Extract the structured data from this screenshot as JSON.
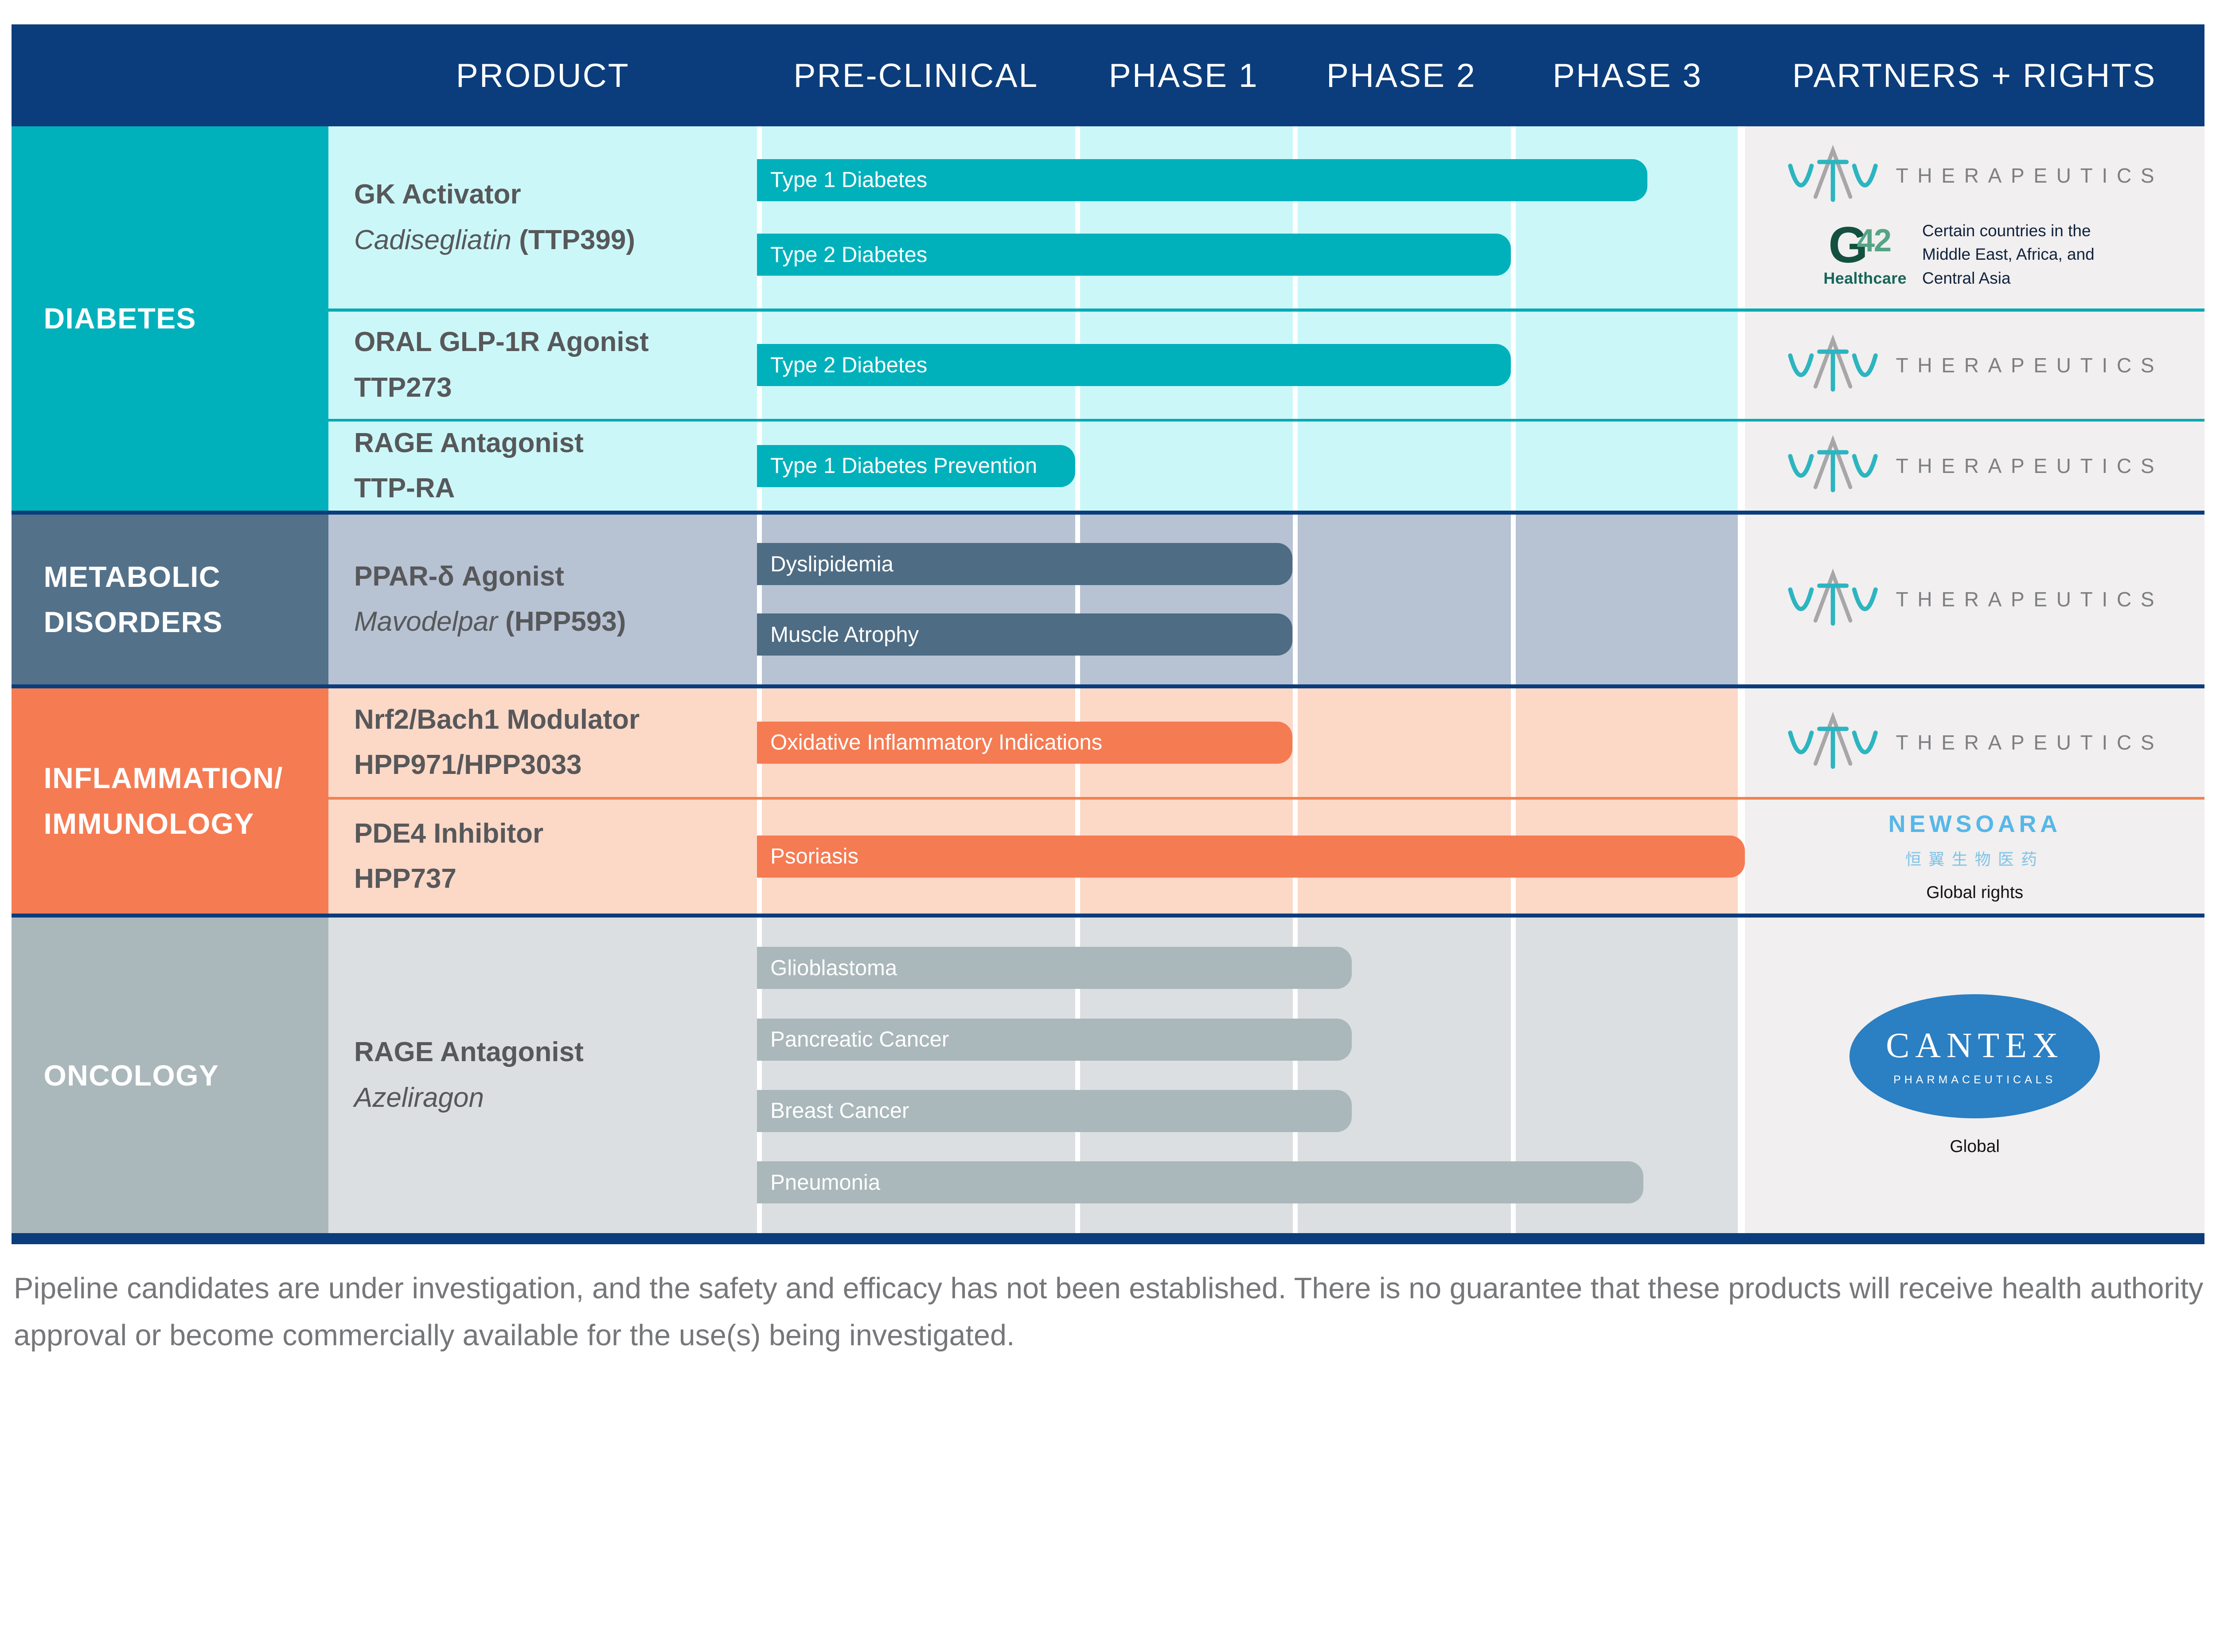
{
  "header": {
    "columns": [
      "PRODUCT",
      "PRE-CLINICAL",
      "PHASE 1",
      "PHASE 2",
      "PHASE 3",
      "PARTNERS + RIGHTS"
    ]
  },
  "brands": {
    "vtv": {
      "name": "vTv Therapeutics",
      "wordmark": "THERAPEUTICS",
      "teal": "#2cb5c0",
      "gray": "#a7a7a9"
    },
    "g42": {
      "name": "G42 Healthcare",
      "g": "G",
      "num": "42",
      "sub": "Healthcare",
      "dark_green": "#14503f",
      "light_green": "#55a486"
    },
    "newsoara": {
      "name": "NEWSOARA",
      "chinese": "恒翼生物医药",
      "blue": "#56b7e8"
    },
    "cantex": {
      "name": "CANTEX",
      "sub": "PHARMACEUTICALS",
      "blue": "#2b7fc3"
    }
  },
  "sections": [
    {
      "category_lines": [
        "DIABETES",
        ""
      ],
      "colors": {
        "category_bg": "#00b1bc",
        "row_bg": "#ccf7f9",
        "bar": "#00b1bc",
        "row_separator": "#00aab5"
      },
      "rows": [
        {
          "product": {
            "line1": "GK Activator",
            "line2_italic": "Cadisegliatin",
            "line2_regular": "(TTP399)"
          },
          "bars": [
            {
              "label": "Type 1 Diabetes",
              "stage_reached": "mid Phase 3",
              "width_pct": 90.1
            },
            {
              "label": "Type 2 Diabetes",
              "stage_reached": "Phase 2 complete",
              "width_pct": 76.3
            }
          ],
          "partner_note": "Certain countries in the Middle East, Africa, and Central Asia"
        },
        {
          "product": {
            "line1": "ORAL GLP-1R Agonist",
            "line2_italic": "",
            "line2_regular": "TTP273"
          },
          "bars": [
            {
              "label": "Type 2 Diabetes",
              "stage_reached": "Phase 2 complete",
              "width_pct": 76.3
            }
          ]
        },
        {
          "product": {
            "line1": "RAGE Antagonist",
            "line2_italic": "",
            "line2_regular": "TTP-RA"
          },
          "bars": [
            {
              "label": "Type 1 Diabetes Prevention",
              "stage_reached": "Pre-clinical complete",
              "width_pct": 32.2
            }
          ]
        }
      ]
    },
    {
      "category_lines": [
        "METABOLIC",
        "DISORDERS"
      ],
      "colors": {
        "category_bg": "#54718a",
        "row_bg": "#b7c2d3",
        "bar": "#4e6c84"
      },
      "rows": [
        {
          "product": {
            "line1": "PPAR-δ Agonist",
            "line2_italic": "Mavodelpar",
            "line2_regular": "(HPP593)"
          },
          "bars": [
            {
              "label": "Dyslipidemia",
              "stage_reached": "Phase 1 complete",
              "width_pct": 54.2
            },
            {
              "label": "Muscle Atrophy",
              "stage_reached": "Phase 1 complete",
              "width_pct": 54.2
            }
          ]
        }
      ]
    },
    {
      "category_lines": [
        "INFLAMMATION/",
        "IMMUNOLOGY"
      ],
      "colors": {
        "category_bg": "#f57b53",
        "row_bg": "#fcd8c7",
        "bar": "#f57b53",
        "row_separator": "#f08252"
      },
      "rows": [
        {
          "product": {
            "line1": "Nrf2/Bach1 Modulator",
            "line2_italic": "",
            "line2_regular": "HPP971/HPP3033"
          },
          "bars": [
            {
              "label": "Oxidative Inflammatory Indications",
              "stage_reached": "Phase 1 complete",
              "width_pct": 54.2
            }
          ]
        },
        {
          "product": {
            "line1": "PDE4 Inhibitor",
            "line2_italic": "",
            "line2_regular": "HPP737"
          },
          "bars": [
            {
              "label": "Psoriasis",
              "stage_reached": "Phase 3 complete",
              "width_pct": 100
            }
          ],
          "partner_note": "Global rights"
        }
      ]
    },
    {
      "category_lines": [
        "ONCOLOGY",
        ""
      ],
      "colors": {
        "category_bg": "#aab7bb",
        "row_bg": "#dcdfe1",
        "bar": "#aab7bb"
      },
      "rows": [
        {
          "product": {
            "line1": "RAGE Antagonist",
            "line2_italic": "Azeliragon",
            "line2_regular": ""
          },
          "bars": [
            {
              "label": "Glioblastoma",
              "stage_reached": "Phase 2",
              "width_pct": 60.2
            },
            {
              "label": "Pancreatic Cancer",
              "stage_reached": "Phase 2",
              "width_pct": 60.2
            },
            {
              "label": "Breast Cancer",
              "stage_reached": "Phase 2",
              "width_pct": 60.2
            },
            {
              "label": "Pneumonia",
              "stage_reached": "mid Phase 3",
              "width_pct": 89.7
            }
          ],
          "partner_note": "Global"
        }
      ]
    }
  ],
  "footer": {
    "disclaimer": "Pipeline candidates are under investigation, and the safety and efficacy has not been established. There is no guarantee that these products will receive health authority approval or become commercially available for the use(s) being investigated."
  },
  "chart_data": {
    "type": "bar",
    "title": "Drug development pipeline",
    "stages": [
      "Pre-Clinical",
      "Phase 1",
      "Phase 2",
      "Phase 3"
    ],
    "legend_position": "none",
    "grid": "stage column dividers",
    "series": [
      {
        "section": "Diabetes",
        "product": "GK Activator Cadisegliatin (TTP399)",
        "indication": "Type 1 Diabetes",
        "stage_reached": "mid Phase 3",
        "track_fraction": 0.9,
        "partner": "vTv Therapeutics + G42 Healthcare (certain countries in the Middle East, Africa, and Central Asia)"
      },
      {
        "section": "Diabetes",
        "product": "GK Activator Cadisegliatin (TTP399)",
        "indication": "Type 2 Diabetes",
        "stage_reached": "Phase 2 complete",
        "track_fraction": 0.76,
        "partner": "vTv Therapeutics + G42 Healthcare"
      },
      {
        "section": "Diabetes",
        "product": "ORAL GLP-1R Agonist TTP273",
        "indication": "Type 2 Diabetes",
        "stage_reached": "Phase 2 complete",
        "track_fraction": 0.76,
        "partner": "vTv Therapeutics"
      },
      {
        "section": "Diabetes",
        "product": "RAGE Antagonist TTP-RA",
        "indication": "Type 1 Diabetes Prevention",
        "stage_reached": "Pre-clinical complete",
        "track_fraction": 0.32,
        "partner": "vTv Therapeutics"
      },
      {
        "section": "Metabolic Disorders",
        "product": "PPAR-δ Agonist Mavodelpar (HPP593)",
        "indication": "Dyslipidemia",
        "stage_reached": "Phase 1 complete",
        "track_fraction": 0.54,
        "partner": "vTv Therapeutics"
      },
      {
        "section": "Metabolic Disorders",
        "product": "PPAR-δ Agonist Mavodelpar (HPP593)",
        "indication": "Muscle Atrophy",
        "stage_reached": "Phase 1 complete",
        "track_fraction": 0.54,
        "partner": "vTv Therapeutics"
      },
      {
        "section": "Inflammation/Immunology",
        "product": "Nrf2/Bach1 Modulator HPP971/HPP3033",
        "indication": "Oxidative Inflammatory Indications",
        "stage_reached": "Phase 1 complete",
        "track_fraction": 0.54,
        "partner": "vTv Therapeutics"
      },
      {
        "section": "Inflammation/Immunology",
        "product": "PDE4 Inhibitor HPP737",
        "indication": "Psoriasis",
        "stage_reached": "Phase 3 complete",
        "track_fraction": 1.0,
        "partner": "NewSoara (Global rights)"
      },
      {
        "section": "Oncology",
        "product": "RAGE Antagonist Azeliragon",
        "indication": "Glioblastoma",
        "stage_reached": "Phase 2",
        "track_fraction": 0.6,
        "partner": "Cantex Pharmaceuticals (Global)"
      },
      {
        "section": "Oncology",
        "product": "RAGE Antagonist Azeliragon",
        "indication": "Pancreatic Cancer",
        "stage_reached": "Phase 2",
        "track_fraction": 0.6,
        "partner": "Cantex Pharmaceuticals (Global)"
      },
      {
        "section": "Oncology",
        "product": "RAGE Antagonist Azeliragon",
        "indication": "Breast Cancer",
        "stage_reached": "Phase 2",
        "track_fraction": 0.6,
        "partner": "Cantex Pharmaceuticals (Global)"
      },
      {
        "section": "Oncology",
        "product": "RAGE Antagonist Azeliragon",
        "indication": "Pneumonia",
        "stage_reached": "mid Phase 3",
        "track_fraction": 0.9,
        "partner": "Cantex Pharmaceuticals (Global)"
      }
    ]
  }
}
